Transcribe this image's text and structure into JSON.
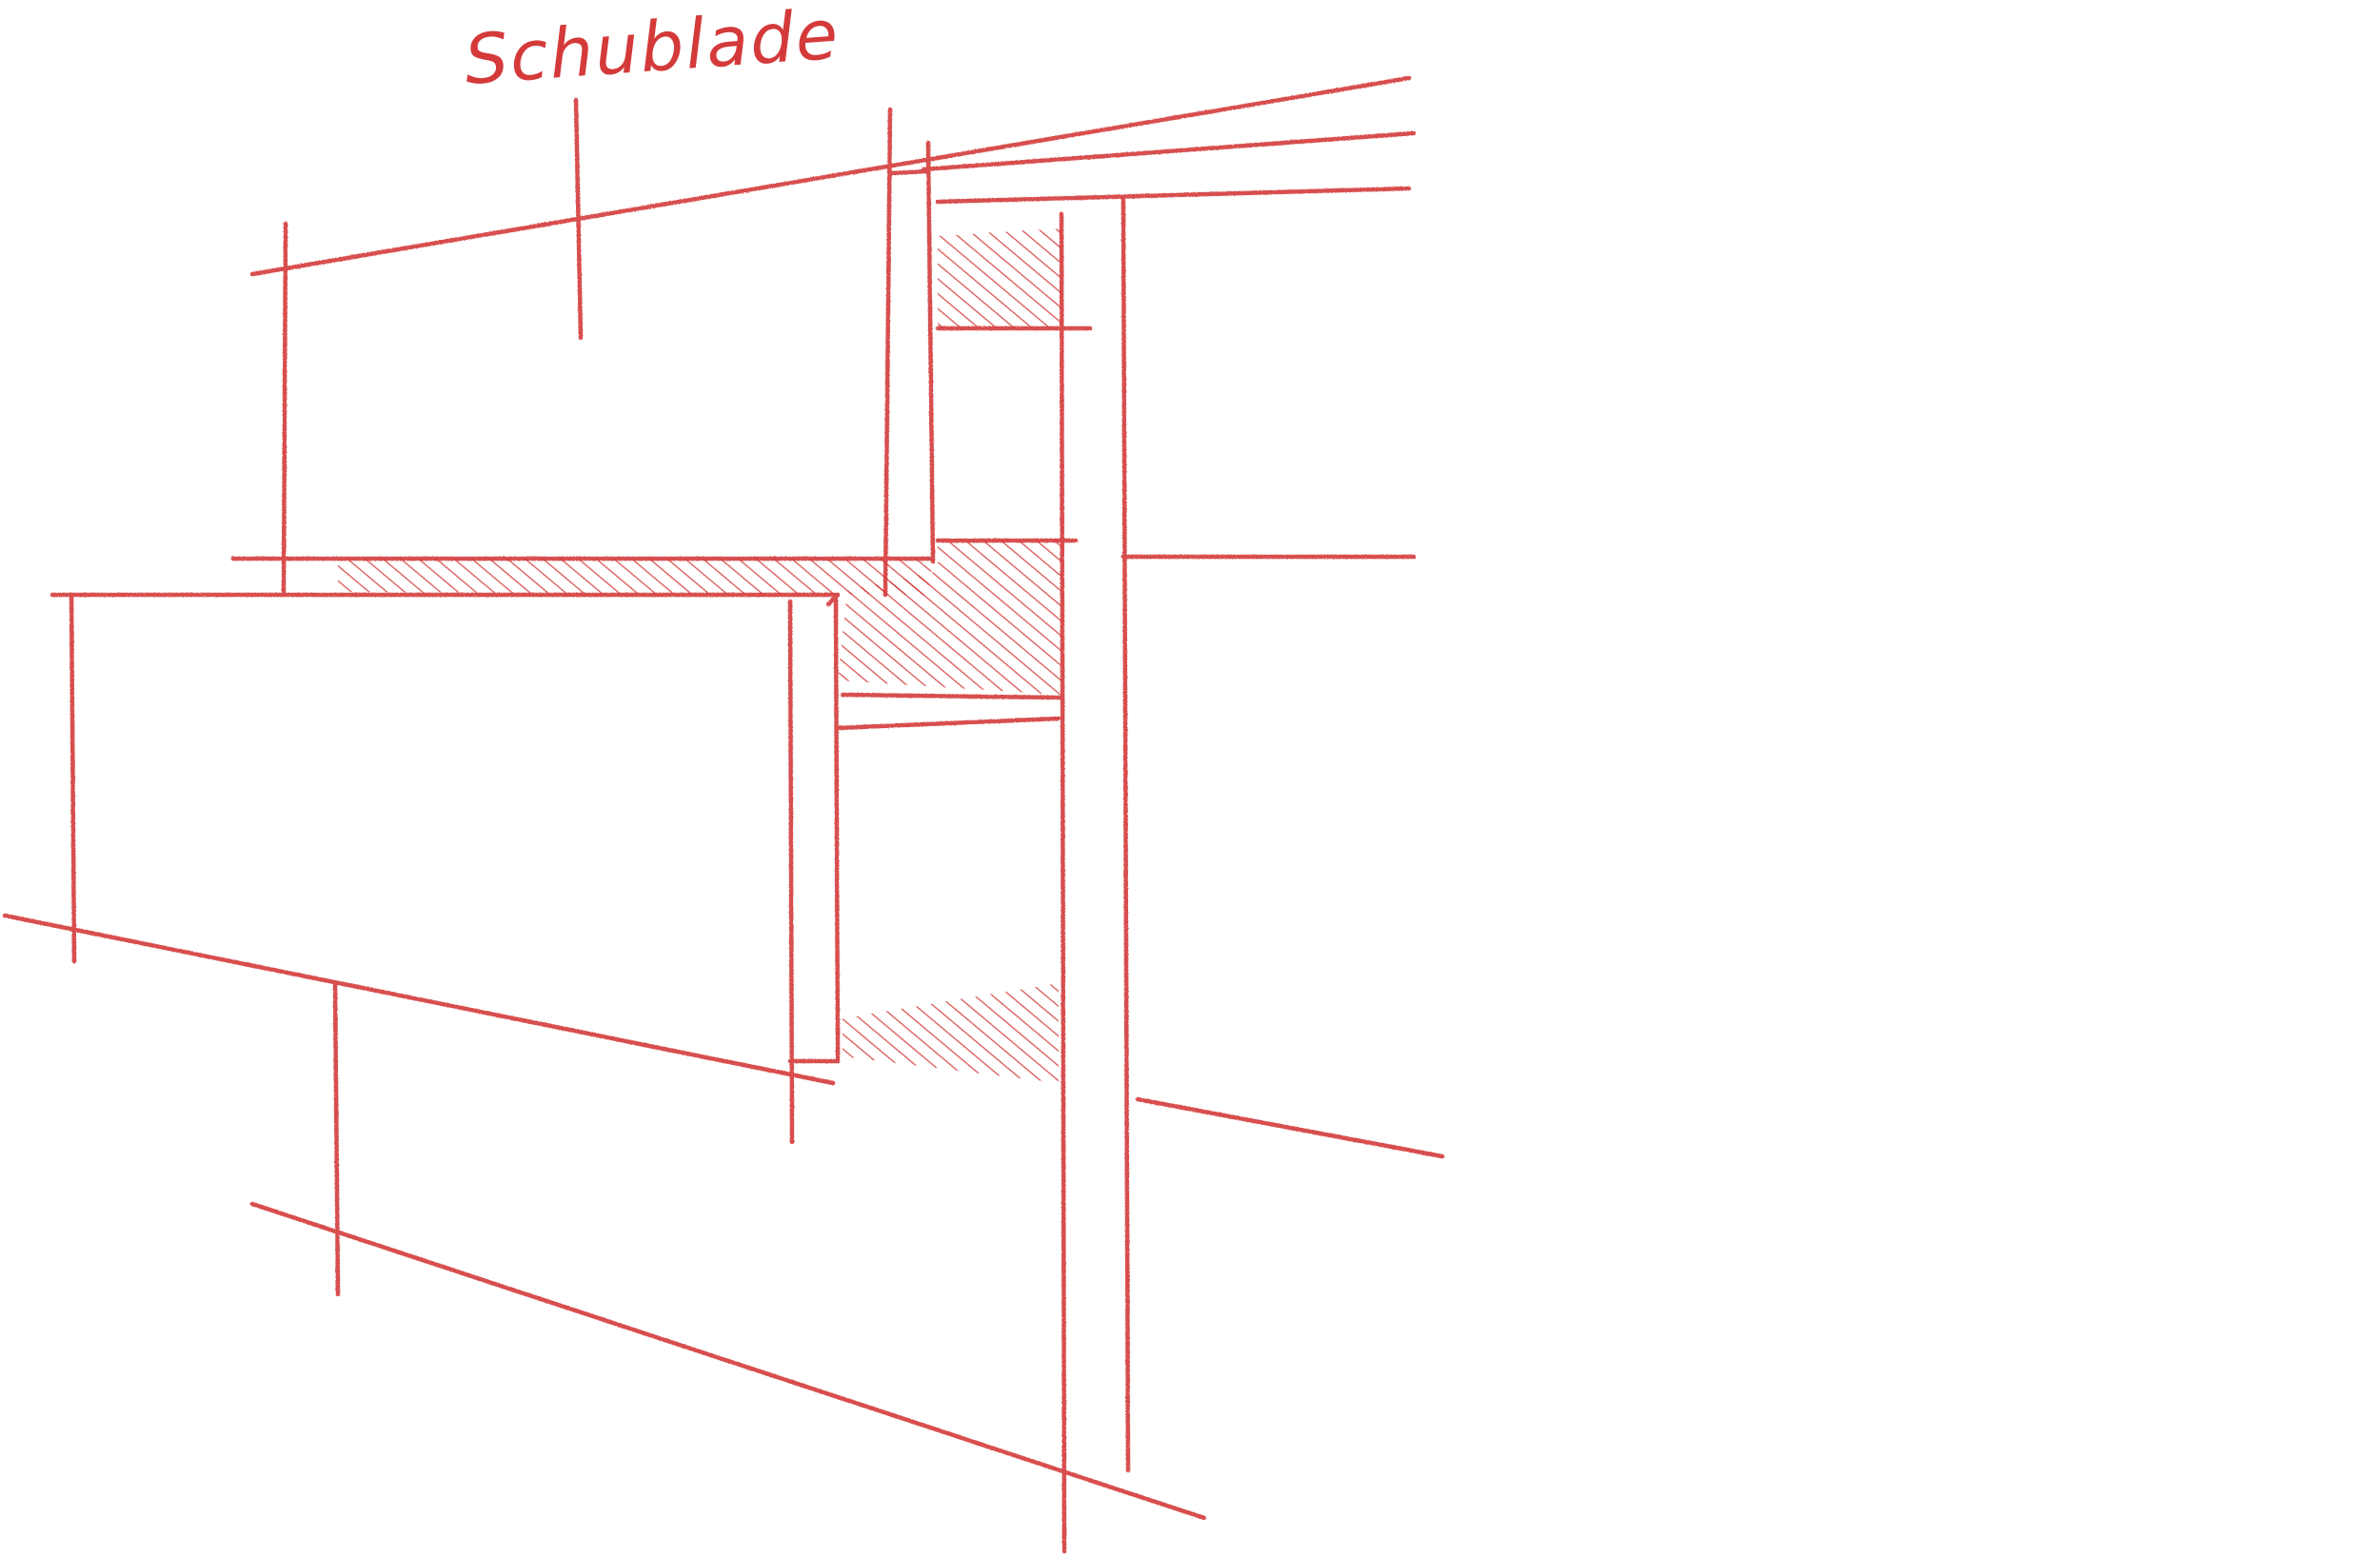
{
  "sketch": {
    "label": "Schublade",
    "ink_color": "#d43a3a",
    "background": "#ffffff",
    "hatched_regions": [
      "upper-gap-hatch",
      "middle-gap-hatch",
      "lower-gap-hatch",
      "base-strip-hatch"
    ]
  }
}
